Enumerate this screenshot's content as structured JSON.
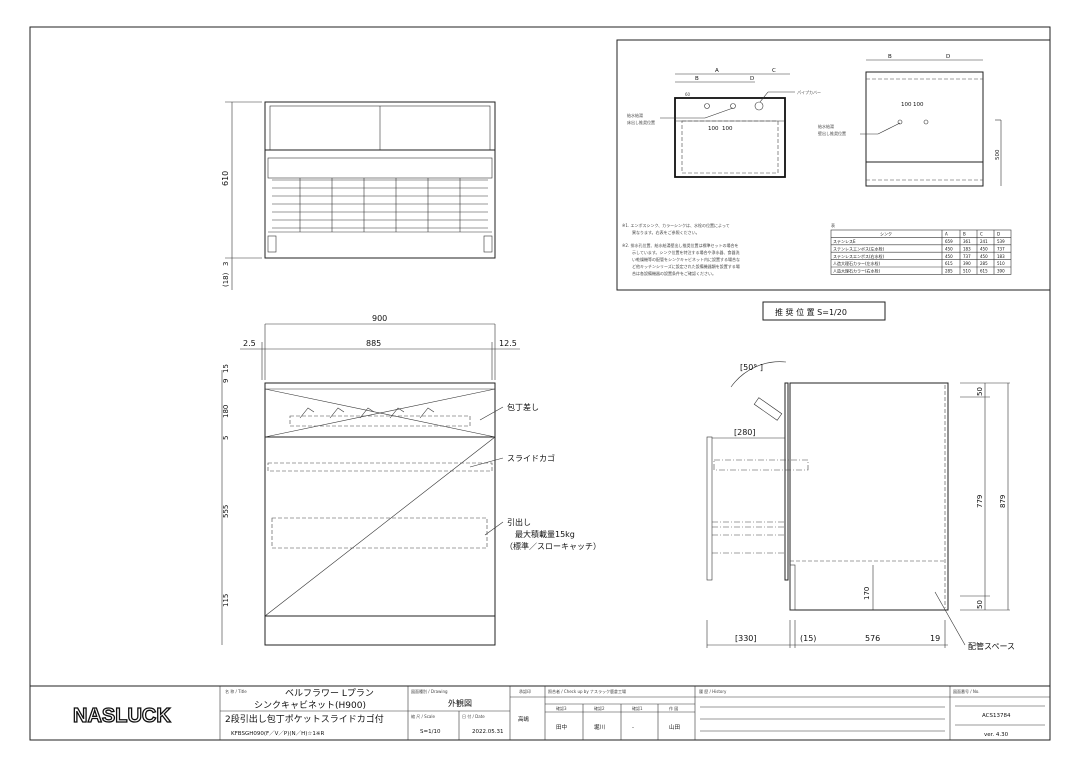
{
  "front_top_view": {
    "dim_height": "610",
    "dim_3": "3",
    "dim_18": "(18)"
  },
  "front_view": {
    "dim_total_width": "900",
    "dim_left": "2.5",
    "dim_inner": "885",
    "dim_right": "12.5",
    "dim_9": "9",
    "dim_15": "15",
    "dim_180": "180",
    "dim_5": "5",
    "dim_555": "555",
    "dim_115": "115",
    "label_knife": "包丁差し",
    "label_basket": "スライドカゴ",
    "label_drawer": "引出し",
    "label_load": "最大積載量15kg",
    "label_catch": "（標準／スローキャッチ）"
  },
  "side_view": {
    "angle": "[50° ]",
    "dim_280": "[280]",
    "dim_330": "[330]",
    "dim_15": "(15)",
    "dim_576": "576",
    "dim_19": "19",
    "dim_50_top": "50",
    "dim_779": "779",
    "dim_879": "879",
    "dim_170": "170",
    "dim_50_bottom": "50",
    "label_pipe_space": "配管スペース"
  },
  "recommended": {
    "left_diagram": {
      "A": "A",
      "B": "B",
      "C": "C",
      "D": "D",
      "dim_60": "60",
      "dim_100a": "100",
      "dim_100b": "100",
      "pipe_cover": "パイプカバー",
      "water_label_1": "給水給湯",
      "water_label_2": "床出し推奨位置"
    },
    "right_diagram": {
      "B": "B",
      "D": "D",
      "dim_100a": "100",
      "dim_100b": "100",
      "water_label_1": "給水給湯",
      "water_label_2": "壁出し推奨位置",
      "dim_500": "500"
    },
    "note1_line1": "※1. エンボスシンク、カラーシンクは、水栓の位置によって",
    "note1_line2": "異なります。右表をご参照ください。",
    "note2_lines": [
      "※2. 排水孔位置、給水給湯壁出し推奨位置は標準セットの場合を",
      "示しています。シンク位置を特注する場合や浄水器、食器洗",
      "い乾燥機等の配管をシンクキャビネット内に設置する場合な",
      "ど他キッチンシリーズに設定された設備機器類を設置する場",
      "合は各設備機器の設置条件をご確認ください。"
    ],
    "table": {
      "title": "表",
      "headers": [
        "シンク",
        "A",
        "B",
        "C",
        "D"
      ],
      "rows": [
        [
          "ステンレスE",
          "659",
          "361",
          "241",
          "539"
        ],
        [
          "ステンレスエンボス(左水栓)",
          "450",
          "183",
          "450",
          "737"
        ],
        [
          "ステンレスエンボス(右水栓)",
          "450",
          "737",
          "450",
          "183"
        ],
        [
          "人造大理石カラー(左水栓)",
          "615",
          "390",
          "285",
          "510"
        ],
        [
          "人造大理石カラー(右水栓)",
          "285",
          "510",
          "615",
          "390"
        ]
      ]
    },
    "caption": "推 奨 位 置 S=1/20"
  },
  "title_block": {
    "logo": "NASLUCK",
    "title_label": "名 称 / Title",
    "title_line1": "ベルフラワー Lプラン",
    "title_line2": "シンクキャビネット(H900)",
    "title_line3": "2段引出し包丁ポケットスライドカゴ付",
    "title_line4": "KFBSGH090(F／V／P)(N／H)☆1※R",
    "drawing_label": "図面種別 / Drawing",
    "drawing_value": "外観図",
    "scale_label": "縮 尺 / Scale",
    "scale_value": "S=1/10",
    "date_label": "日 付 / Date",
    "date_value": "2022.05.31",
    "approved_label": "承認印",
    "approved_value": "高嶋",
    "check_label": "照合者 / Check up by ナスラック鹿倉工場",
    "check_headers": [
      "確認3",
      "確認2",
      "確認1",
      "作 図"
    ],
    "check_values": [
      "田中",
      "堀川",
      "-",
      "山田"
    ],
    "history_label": "履 歴 / History",
    "no_label": "図面番号 / No.",
    "no_value": "ACS13784",
    "version": "ver. 4.30"
  }
}
